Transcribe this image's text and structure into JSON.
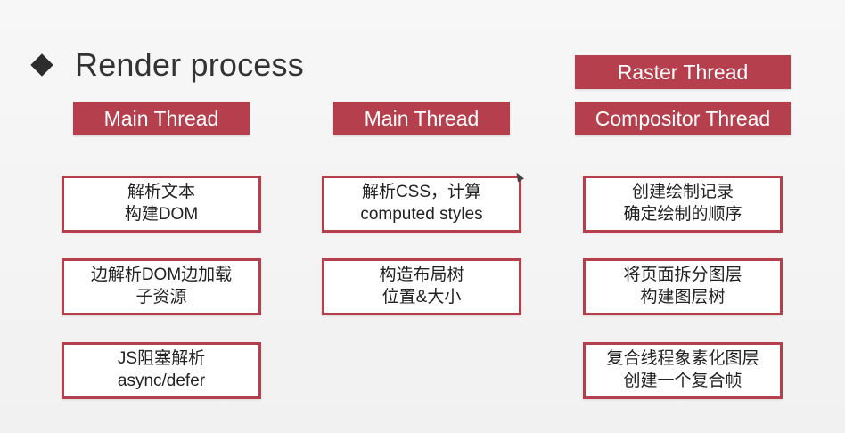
{
  "title": "Render process",
  "headers": {
    "main_thread_1": "Main Thread",
    "main_thread_2": "Main Thread",
    "raster_thread": "Raster Thread",
    "compositor_thread": "Compositor Thread"
  },
  "columns": [
    {
      "steps": [
        {
          "line1": "解析文本",
          "line2": "构建DOM"
        },
        {
          "line1": "边解析DOM边加载",
          "line2": "子资源"
        },
        {
          "line1": "JS阻塞解析",
          "line2": "async/defer"
        }
      ]
    },
    {
      "steps": [
        {
          "line1": "解析CSS，计算",
          "line2": "computed styles"
        },
        {
          "line1": "构造布局树",
          "line2": "位置&大小"
        }
      ]
    },
    {
      "steps": [
        {
          "line1": "创建绘制记录",
          "line2": "确定绘制的顺序"
        },
        {
          "line1": "将页面拆分图层",
          "line2": "构建图层树"
        },
        {
          "line1": "复合线程象素化图层",
          "line2": "创建一个复合帧"
        }
      ]
    }
  ],
  "colors": {
    "accent": "#b63f4d",
    "background": "#f4f4f4"
  },
  "icons": [
    "diamond-bullet-icon",
    "mouse-cursor-icon"
  ]
}
